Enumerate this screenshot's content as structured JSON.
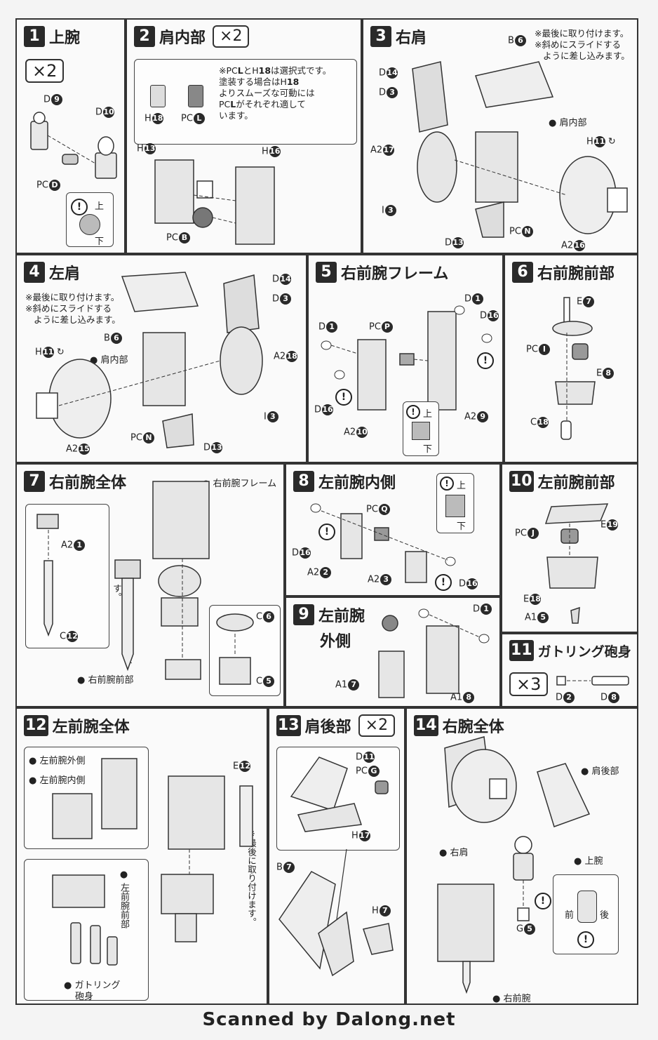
{
  "steps": {
    "s1": {
      "num": "1",
      "title": "上腕",
      "mult": "×2",
      "parts": {
        "d9": "D",
        "d9n": "9",
        "d10": "D",
        "d10n": "10",
        "pcd": "PC",
        "pcdn": "D"
      },
      "up": "上",
      "down": "下"
    },
    "s2": {
      "num": "2",
      "title": "肩内部",
      "mult": "×2",
      "note": [
        "※PC",
        "とH",
        "は選択式です。",
        "塗装する場合はH",
        "よりスムーズな可動には",
        "PC",
        "がそれぞれ適して",
        "います。"
      ],
      "h18": "H",
      "h18n": "18",
      "pcl": "PC",
      "pcln": "L",
      "h13": "H",
      "h13n": "13",
      "h16": "H",
      "h16n": "16",
      "pcb": "PC",
      "pcbn": "B"
    },
    "s3": {
      "num": "3",
      "title": "右肩",
      "note": [
        "※最後に取り付けます。",
        "※斜めにスライドする",
        "ように差し込みます。"
      ],
      "b6": "B",
      "b6n": "6",
      "d14": "D",
      "d14n": "14",
      "d3": "D",
      "d3n": "3",
      "a217": "A2",
      "a217n": "17",
      "i3": "I",
      "i3n": "3",
      "inner": "肩内部",
      "h11": "H",
      "h11n": "11",
      "pcn": "PC",
      "pcnn": "N",
      "d13": "D",
      "d13n": "13",
      "a216": "A2",
      "a216n": "16"
    },
    "s4": {
      "num": "4",
      "title": "左肩",
      "note": [
        "※最後に取り付けます。",
        "※斜めにスライドする",
        "ように差し込みます。"
      ],
      "b6": "B",
      "b6n": "6",
      "d14": "D",
      "d14n": "14",
      "d3": "D",
      "d3n": "3",
      "inner": "肩内部",
      "h11": "H",
      "h11n": "11",
      "a218": "A2",
      "a218n": "18",
      "i3": "I",
      "i3n": "3",
      "pcn": "PC",
      "pcnn": "N",
      "d13": "D",
      "d13n": "13",
      "a215": "A2",
      "a215n": "15"
    },
    "s5": {
      "num": "5",
      "title": "右前腕フレーム",
      "d1a": "D",
      "d1an": "1",
      "d1b": "D",
      "d1bn": "1",
      "pcp": "PC",
      "pcpn": "P",
      "d16a": "D",
      "d16an": "16",
      "d16b": "D",
      "d16bn": "16",
      "a29": "A2",
      "a29n": "9",
      "a210": "A2",
      "a210n": "10",
      "up": "上",
      "down": "下"
    },
    "s6": {
      "num": "6",
      "title": "右前腕前部",
      "e7": "E",
      "e7n": "7",
      "pci": "PC",
      "pcin": "I",
      "e8": "E",
      "e8n": "8",
      "c18": "C",
      "c18n": "18"
    },
    "s7": {
      "num": "7",
      "title": "右前腕全体",
      "frame": "右前腕フレーム",
      "a21": "A2",
      "a21n": "1",
      "c12": "C",
      "c12n": "12",
      "note": "※最後に取り付けます。",
      "front": "右前腕前部",
      "c6": "C",
      "c6n": "6",
      "c5": "C",
      "c5n": "5"
    },
    "s8": {
      "num": "8",
      "title": "左前腕内側",
      "pcq": "PC",
      "pcqn": "Q",
      "d16a": "D",
      "d16an": "16",
      "d16b": "D",
      "d16bn": "16",
      "a22": "A2",
      "a22n": "2",
      "a23": "A2",
      "a23n": "3",
      "up": "上",
      "down": "下"
    },
    "s9": {
      "num": "9",
      "title1": "左前腕",
      "title2": "外側",
      "d1": "D",
      "d1n": "1",
      "a17": "A1",
      "a17n": "7",
      "a18": "A1",
      "a18n": "8"
    },
    "s10": {
      "num": "10",
      "title": "左前腕前部",
      "pcj": "PC",
      "pcjn": "J",
      "e19": "E",
      "e19n": "19",
      "e18": "E",
      "e18n": "18",
      "a15": "A1",
      "a15n": "5"
    },
    "s11": {
      "num": "11",
      "title": "ガトリング砲身",
      "mult": "×3",
      "d2": "D",
      "d2n": "2",
      "d8": "D",
      "d8n": "8"
    },
    "s12": {
      "num": "12",
      "title": "左前腕全体",
      "outer": "左前腕外側",
      "inner": "左前腕内側",
      "e12": "E",
      "e12n": "12",
      "front": "左前腕前部",
      "note": "※最後に取り付けます。",
      "barrel1": "ガトリング",
      "barrel2": "砲身"
    },
    "s13": {
      "num": "13",
      "title": "肩後部",
      "mult": "×2",
      "d11": "D",
      "d11n": "11",
      "pcg": "PC",
      "pcgn": "G",
      "h17": "H",
      "h17n": "17",
      "b7": "B",
      "b7n": "7",
      "h7": "H",
      "h7n": "7"
    },
    "s14": {
      "num": "14",
      "title": "右腕全体",
      "back": "肩後部",
      "rshoulder": "右肩",
      "upper": "上腕",
      "g5": "G",
      "g5n": "5",
      "forearm": "右前腕",
      "front": "前",
      "rear": "後"
    }
  },
  "footer": "Scanned by Dalong.net"
}
